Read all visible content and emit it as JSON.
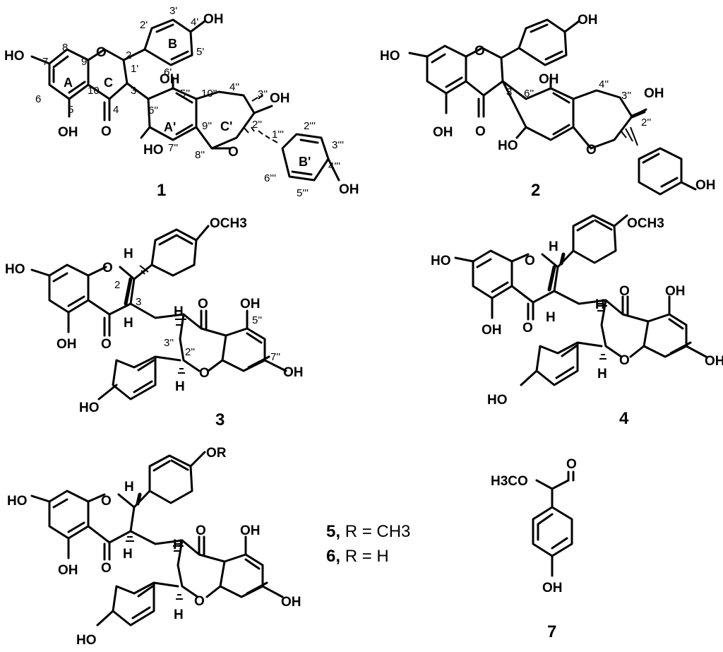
{
  "compounds": {
    "c1": {
      "id": "1",
      "atoms": {
        "oh7": "HO",
        "oh5": "OH",
        "o4": "O",
        "o1": "O",
        "oh4p": "OH",
        "oh5pp": "OH",
        "oh7pp": "HO",
        "o1pp": "O",
        "oh3pp": "OH",
        "oh4ppp": "OH"
      },
      "rings": {
        "A": "A",
        "C": "C",
        "B": "B",
        "Ap": "A'",
        "Cp": "C'",
        "Bp": "B'"
      },
      "numbers": {
        "n8": "8",
        "n7": "7",
        "n9": "9",
        "n2": "2",
        "n1p": "1'",
        "n2p": "2'",
        "n3p": "3'",
        "n4p": "4'",
        "n5p": "5'",
        "n6p": "6'",
        "n6": "6",
        "n10": "10",
        "n3": "3",
        "n5": "5",
        "n4": "4",
        "n6pp": "6''",
        "n5pp": "5''",
        "n10pp": "10''",
        "n4pp": "4''",
        "n3pp": "3''",
        "n9pp": "9''",
        "n2pp": "2''",
        "n7pp": "7''",
        "n8pp": "8''",
        "n1ppp": "1'''",
        "n2ppp": "2'''",
        "n3ppp": "3'''",
        "n4ppp": "4'''",
        "n5ppp": "5'''",
        "n6ppp": "6'''"
      }
    },
    "c2": {
      "id": "2",
      "atoms": {
        "oh7": "HO",
        "o1": "O",
        "oh4p": "OH",
        "o4": "O",
        "oh5": "OH",
        "oh5pp": "OH",
        "oh7pp": "HO",
        "o1pp": "O",
        "oh3pp": "OH",
        "oh4ppp": "OH"
      },
      "numbers": {
        "n3": "3",
        "n6pp": "6''",
        "n4pp": "4''",
        "n3pp": "3''",
        "n2pp": "2''"
      }
    },
    "c3": {
      "id": "3",
      "atoms": {
        "och3": "OCH3",
        "oh7": "HO",
        "o1": "O",
        "h2": "H",
        "h3": "H",
        "o4": "O",
        "oh5": "OH",
        "h3pp": "H",
        "o4pp": "O",
        "oh5pp": "OH",
        "o1pp": "O",
        "h2pp": "H",
        "oh7pp": "OH",
        "oh4ppp": "HO"
      },
      "numbers": {
        "n2": "2",
        "n3": "3",
        "n3pp": "3''",
        "n2pp": "2''",
        "n5pp": "5''",
        "n7pp": "7''"
      }
    },
    "c4": {
      "id": "4",
      "atoms": {
        "och3": "OCH3",
        "oh7": "HO",
        "o1": "O",
        "h2": "H",
        "h3": "H",
        "o4": "O",
        "oh5": "OH",
        "h3pp": "H",
        "o4pp": "O",
        "oh5pp": "OH",
        "o1pp": "O",
        "h2pp": "H",
        "oh7pp": "OH",
        "oh4ppp": "HO"
      }
    },
    "c56": {
      "atoms": {
        "or": "OR",
        "oh7": "HO",
        "o1": "O",
        "h2": "H",
        "h3": "H",
        "o4": "O",
        "oh5": "OH",
        "h3pp": "H",
        "o4pp": "O",
        "oh5pp": "OH",
        "o1pp": "O",
        "h2pp": "H",
        "oh7pp": "OH",
        "oh4ppp": "HO"
      },
      "legend": [
        {
          "id": "5",
          "sep": ",",
          "text": " R = CH3"
        },
        {
          "id": "6",
          "sep": ",",
          "text": " R = H"
        }
      ]
    },
    "c7": {
      "id": "7",
      "atoms": {
        "h3co": "H3CO",
        "o": "O",
        "oh": "OH"
      }
    }
  }
}
